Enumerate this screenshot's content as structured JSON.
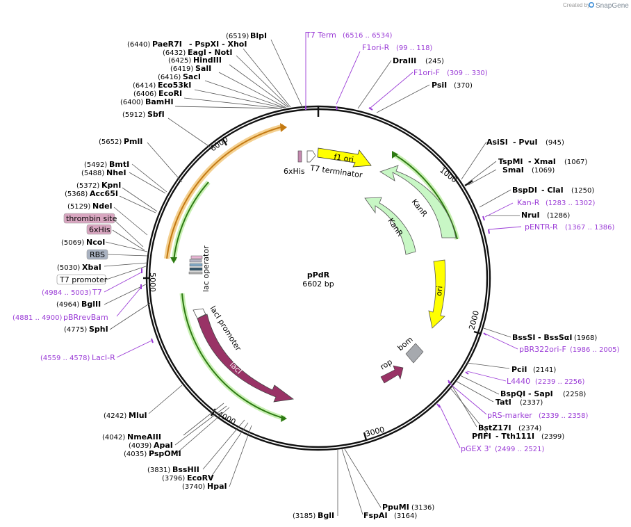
{
  "credit": {
    "text": "Created by",
    "brand": "SnapGene"
  },
  "plasmid": {
    "name": "pPdR",
    "length_label": "6602 bp"
  },
  "ticks": [
    "1000",
    "2000",
    "3000",
    "4000",
    "5000",
    "6000"
  ],
  "features": {
    "f1ori": "f1 ori",
    "kanr1": "KanR",
    "kanr2": "KanR",
    "ori": "ori",
    "his": "6xHis",
    "t7term": "T7 terminator",
    "lacop": "lac operator",
    "lacipro": "lacI promoter",
    "laci": "lacI",
    "rop": "rop",
    "bom": "bom"
  },
  "sites": [
    {
      "name": "BlpI",
      "pos": "(6519)"
    },
    {
      "name": "PaeR7I",
      "extra": "- PspXI - XhoI",
      "pos": "(6440)"
    },
    {
      "name": "EagI",
      "extra": "- NotI",
      "pos": "(6432)"
    },
    {
      "name": "HindIII",
      "pos": "(6425)"
    },
    {
      "name": "SalI",
      "pos": "(6419)"
    },
    {
      "name": "SacI",
      "pos": "(6416)"
    },
    {
      "name": "Eco53kI",
      "pos": "(6414)"
    },
    {
      "name": "EcoRI",
      "pos": "(6406)"
    },
    {
      "name": "BamHI",
      "pos": "(6400)"
    },
    {
      "name": "SbfI",
      "pos": "(5912)"
    },
    {
      "name": "PmlI",
      "pos": "(5652)"
    },
    {
      "name": "BmtI",
      "pos": "(5492)"
    },
    {
      "name": "NheI",
      "pos": "(5488)"
    },
    {
      "name": "KpnI",
      "pos": "(5372)"
    },
    {
      "name": "Acc65I",
      "pos": "(5368)"
    },
    {
      "name": "NdeI",
      "pos": "(5129)"
    },
    {
      "name": "NcoI",
      "pos": "(5069)"
    },
    {
      "name": "XbaI",
      "pos": "(5030)"
    },
    {
      "name": "BglII",
      "pos": "(4964)"
    },
    {
      "name": "SphI",
      "pos": "(4775)"
    },
    {
      "name": "MluI",
      "pos": "(4242)"
    },
    {
      "name": "NmeAIII",
      "pos": "(4042)"
    },
    {
      "name": "ApaI",
      "pos": "(4039)"
    },
    {
      "name": "PspOMI",
      "pos": "(4035)"
    },
    {
      "name": "BssHII",
      "pos": "(3831)"
    },
    {
      "name": "EcoRV",
      "pos": "(3796)"
    },
    {
      "name": "HpaI",
      "pos": "(3740)"
    },
    {
      "name": "BglI",
      "pos": "(3185)"
    },
    {
      "name": "FspAI",
      "pos": "(3164)"
    },
    {
      "name": "PpuMI",
      "pos": "(3136)"
    },
    {
      "name": "DraIII",
      "pos": "(245)"
    },
    {
      "name": "PsiI",
      "pos": "(370)"
    },
    {
      "name": "AsiSI",
      "extra": "- PvuI",
      "pos": "(945)"
    },
    {
      "name": "TspMI",
      "extra": "- XmaI",
      "pos": "(1067)"
    },
    {
      "name": "SmaI",
      "pos": "(1069)"
    },
    {
      "name": "BspDI",
      "extra": "- ClaI",
      "pos": "(1250)"
    },
    {
      "name": "NruI",
      "pos": "(1286)"
    },
    {
      "name": "BssSI",
      "extra": "- BssSαI",
      "pos": "(1968)"
    },
    {
      "name": "PciI",
      "pos": "(2141)"
    },
    {
      "name": "BspQI",
      "extra": "- SapI",
      "pos": "(2258)"
    },
    {
      "name": "TatI",
      "pos": "(2337)"
    },
    {
      "name": "BstZ17I",
      "pos": "(2374)"
    },
    {
      "name": "PflFI",
      "extra": "- Tth111I",
      "pos": "(2399)"
    }
  ],
  "primers": [
    {
      "name": "T7 Term",
      "range": "(6516 .. 6534)"
    },
    {
      "name": "F1ori-R",
      "range": "(99 .. 118)"
    },
    {
      "name": "F1ori-F",
      "range": "(309 .. 330)"
    },
    {
      "name": "Kan-R",
      "range": "(1283 .. 1302)"
    },
    {
      "name": "pENTR-R",
      "range": "(1367 .. 1386)"
    },
    {
      "name": "pBR322ori-F",
      "range": "(1986 .. 2005)"
    },
    {
      "name": "L4440",
      "range": "(2239 .. 2256)"
    },
    {
      "name": "pRS-marker",
      "range": "(2339 .. 2358)"
    },
    {
      "name": "pGEX 3'",
      "range": "(2499 .. 2521)"
    },
    {
      "name": "T7",
      "range": "(4984 .. 5003)"
    },
    {
      "name": "pBRrevBam",
      "range": "(4881 .. 4900)"
    },
    {
      "name": "LacI-R",
      "range": "(4559 .. 4578)"
    }
  ],
  "boxed_features": {
    "thrombin": "thrombin site",
    "his": "6xHis",
    "rbs": "RBS",
    "t7promoter": "T7 promoter"
  },
  "colors": {
    "backbone": "#1a1a1a",
    "primer": "#9a3bd6",
    "f1ori": "#ffff00",
    "kanr": "#c8f7c5",
    "laci": "#993366",
    "yellow_gc": "#ffff00",
    "rop": "#993366",
    "bom": "#a6a9ae",
    "orange": "#e8a33c",
    "green": "#55b81f"
  }
}
